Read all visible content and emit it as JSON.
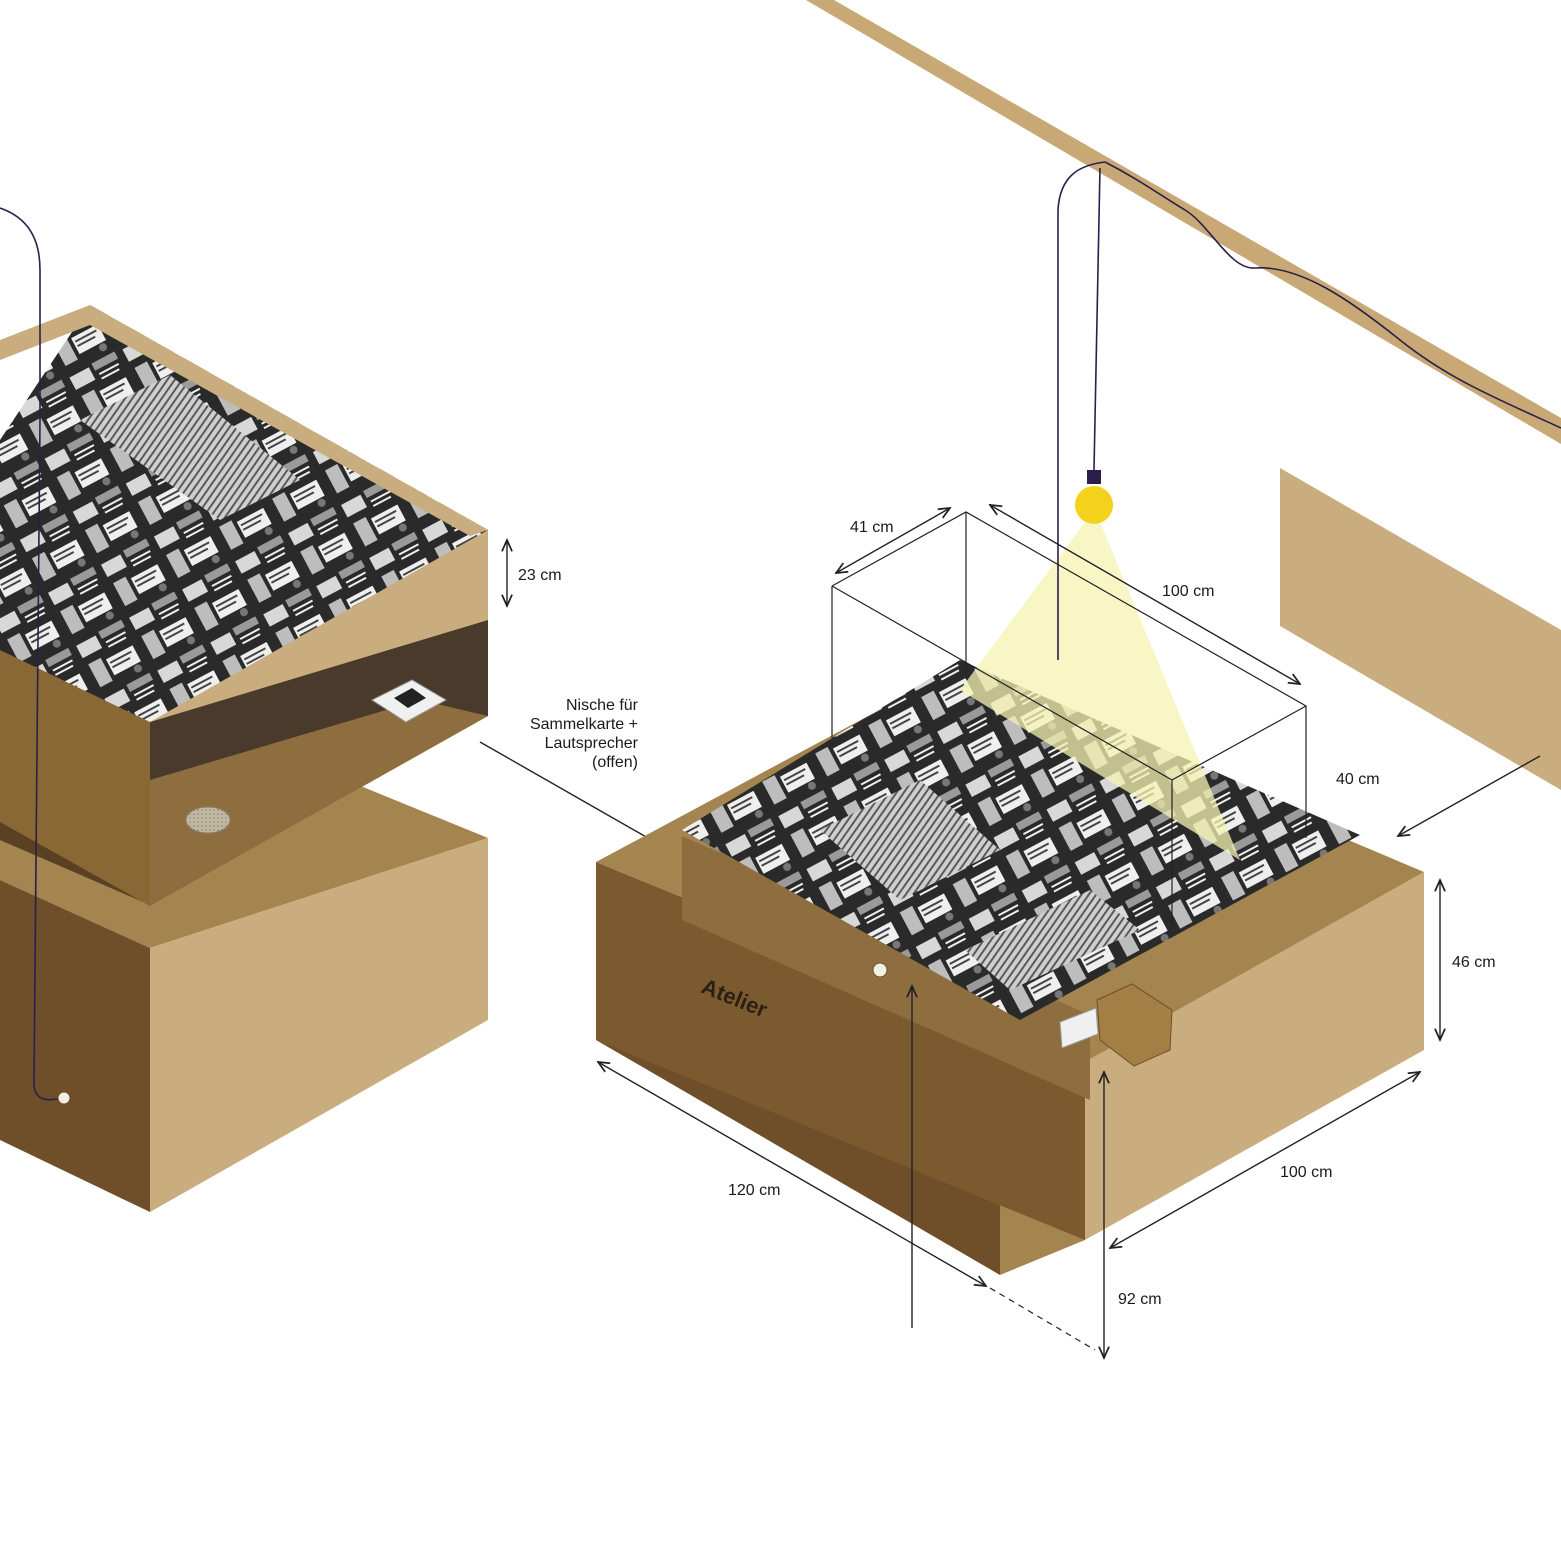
{
  "colors": {
    "box_light": "#c9ad7e",
    "box_mid": "#a4844f",
    "box_dark": "#6e4f2a",
    "cavity": "#4a3a2c",
    "beam": "#c8a874",
    "wire": "#2a1f4a",
    "bulb": "#f2d21c",
    "light_cone": "#f7f3b3",
    "photo_dark": "#1a1a1a",
    "photo_light": "#e6e6e6"
  },
  "labels": {
    "module_name": "Atelier",
    "niche_note": [
      "Nische für",
      "Sammelkarte +",
      "Lautsprecher",
      "(offen)"
    ]
  },
  "dimensions": {
    "upper_height": "23 cm",
    "vitrine_depth": "41 cm",
    "vitrine_width": "100 cm",
    "wall_panel_offset": "40 cm",
    "box_height": "46 cm",
    "box_length": "120 cm",
    "box_width": "100 cm",
    "total_height": "92 cm"
  },
  "icons": {
    "bulb": "light-bulb-icon",
    "speaker": "speaker-grille-icon",
    "card": "collector-card-icon"
  }
}
